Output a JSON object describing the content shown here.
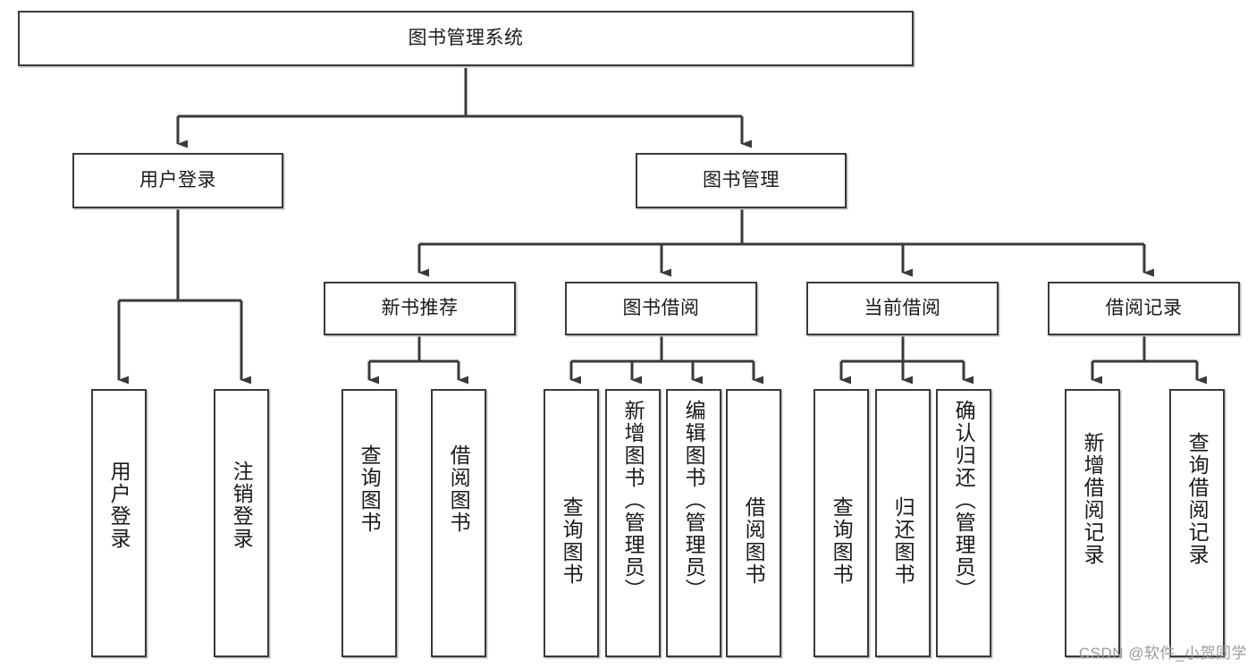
{
  "diagram": {
    "title": "图书管理系统",
    "type": "tree-hierarchy",
    "watermark": "CSDN @软件_小贺同学",
    "colors": {
      "background": "#ffffff",
      "box_border": "#3a3a3a",
      "box_fill": "#ffffff",
      "box_shadow": "#bfbfbf",
      "edge": "#3a3a3a",
      "text": "#1a1a1a",
      "watermark_text": "#9a9a9a"
    },
    "root": {
      "label": "图书管理系统",
      "orientation": "horizontal"
    },
    "level1": [
      {
        "label": "用户登录",
        "orientation": "horizontal"
      },
      {
        "label": "图书管理",
        "orientation": "horizontal"
      }
    ],
    "level2": [
      {
        "label": "新书推荐",
        "orientation": "horizontal",
        "parent": "图书管理"
      },
      {
        "label": "图书借阅",
        "orientation": "horizontal",
        "parent": "图书管理"
      },
      {
        "label": "当前借阅",
        "orientation": "horizontal",
        "parent": "图书管理"
      },
      {
        "label": "借阅记录",
        "orientation": "horizontal",
        "parent": "图书管理"
      }
    ],
    "leaves": [
      {
        "label": "用户登录",
        "orientation": "vertical",
        "parent": "用户登录"
      },
      {
        "label": "注销登录",
        "orientation": "vertical",
        "parent": "用户登录"
      },
      {
        "label": "查询图书",
        "orientation": "vertical",
        "parent": "新书推荐"
      },
      {
        "label": "借阅图书",
        "orientation": "vertical",
        "parent": "新书推荐"
      },
      {
        "label": "查询图书",
        "orientation": "vertical",
        "parent": "图书借阅"
      },
      {
        "label": "新增图书（管理员）",
        "orientation": "vertical",
        "parent": "图书借阅"
      },
      {
        "label": "编辑图书（管理员）",
        "orientation": "vertical",
        "parent": "图书借阅"
      },
      {
        "label": "借阅图书",
        "orientation": "vertical",
        "parent": "图书借阅"
      },
      {
        "label": "查询图书",
        "orientation": "vertical",
        "parent": "当前借阅"
      },
      {
        "label": "归还图书",
        "orientation": "vertical",
        "parent": "当前借阅"
      },
      {
        "label": "确认归还（管理员）",
        "orientation": "vertical",
        "parent": "当前借阅"
      },
      {
        "label": "新增借阅记录",
        "orientation": "vertical",
        "parent": "借阅记录"
      },
      {
        "label": "查询借阅记录",
        "orientation": "vertical",
        "parent": "借阅记录"
      }
    ]
  }
}
